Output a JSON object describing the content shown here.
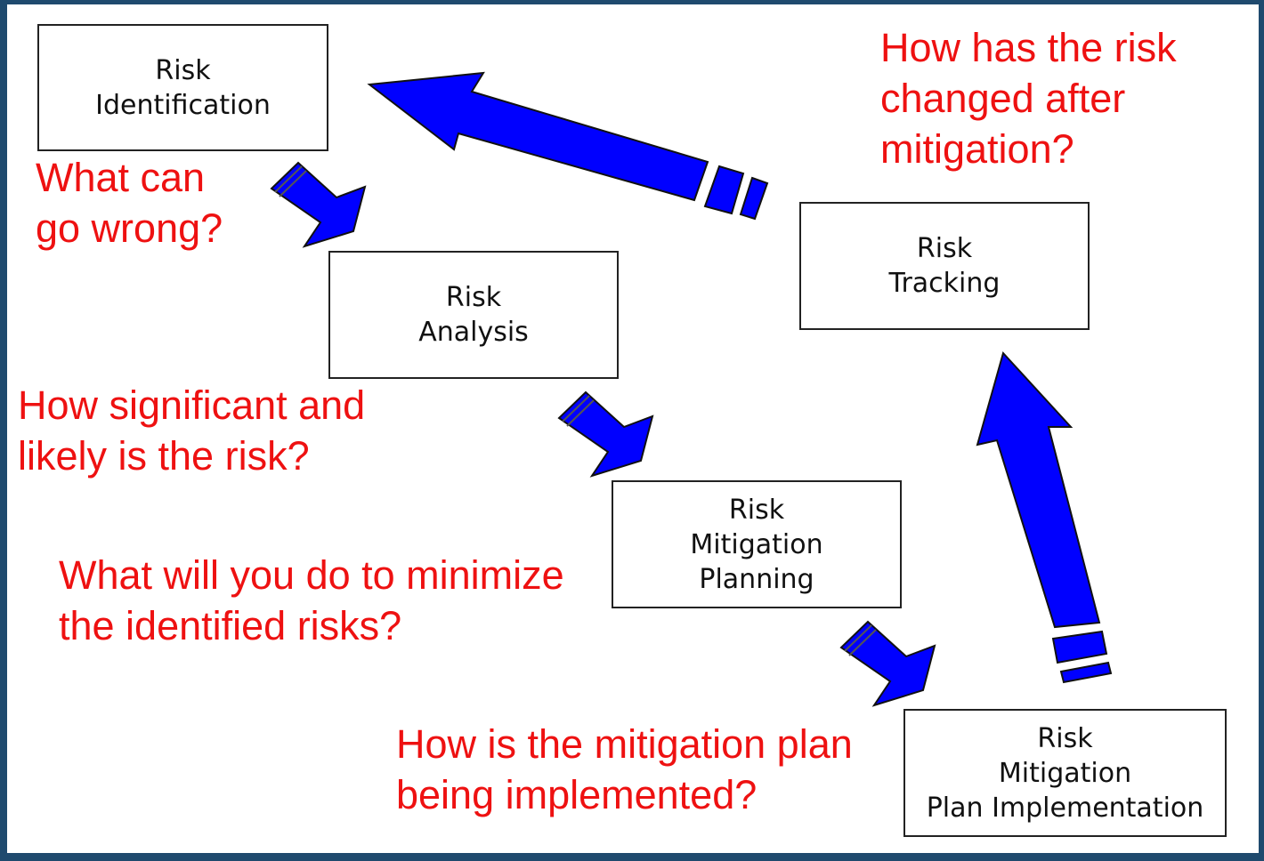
{
  "colors": {
    "frame": "#1f4a6e",
    "arrow": "#0000ff",
    "question": "#ee1111"
  },
  "steps": [
    {
      "lines": [
        "Risk",
        "Identification"
      ]
    },
    {
      "lines": [
        "Risk",
        "Analysis"
      ]
    },
    {
      "lines": [
        "Risk",
        "Mitigation",
        "Planning"
      ]
    },
    {
      "lines": [
        "Risk",
        "Mitigation",
        "Plan Implementation"
      ]
    },
    {
      "lines": [
        "Risk",
        "Tracking"
      ]
    }
  ],
  "questions": [
    {
      "lines": [
        "What can",
        "go wrong?"
      ]
    },
    {
      "lines": [
        "How significant and",
        "likely is the risk?"
      ]
    },
    {
      "lines": [
        "What will you do to minimize",
        "the identified risks?"
      ]
    },
    {
      "lines": [
        "How is the mitigation plan",
        "being implemented?"
      ]
    },
    {
      "lines": [
        "How has the risk",
        "changed after",
        "mitigation?"
      ]
    }
  ]
}
